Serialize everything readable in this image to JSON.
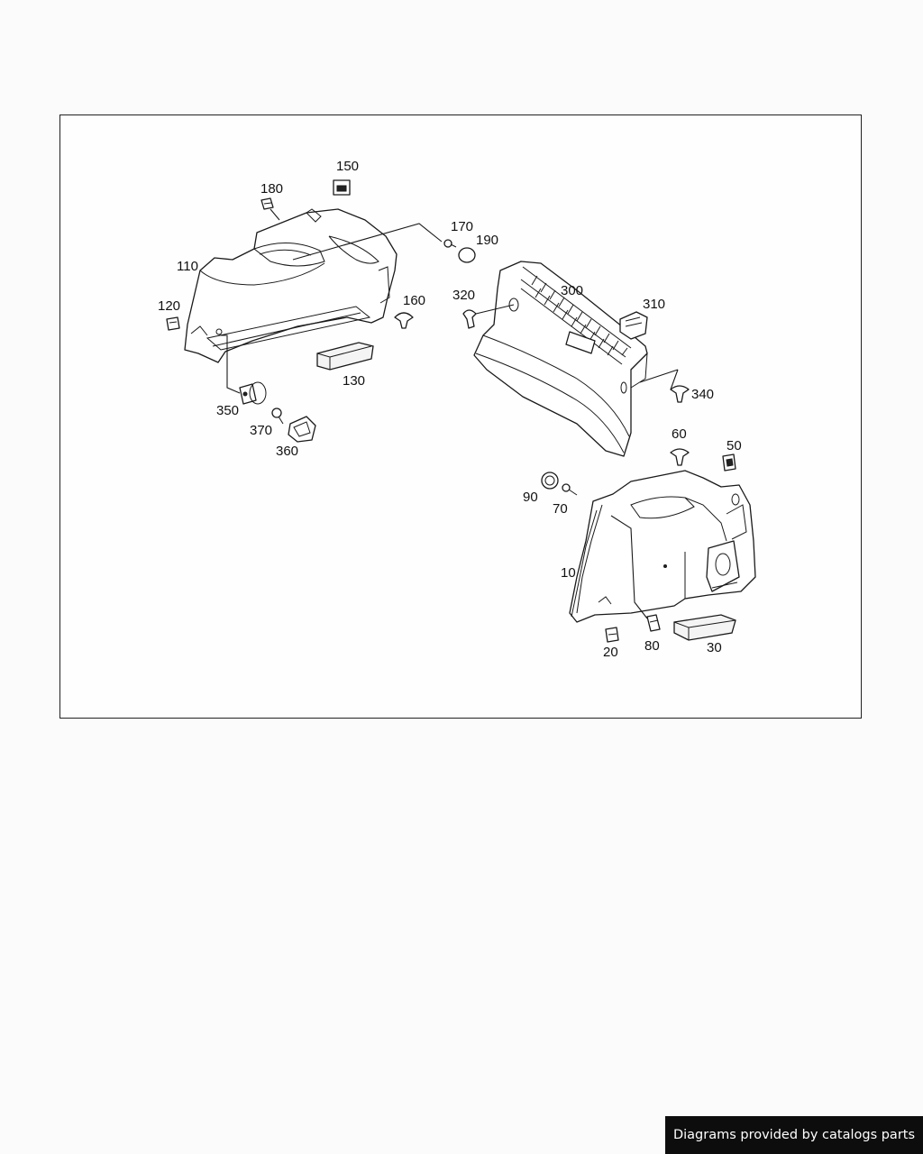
{
  "diagram": {
    "callouts": [
      {
        "id": "150",
        "label": "150"
      },
      {
        "id": "180",
        "label": "180"
      },
      {
        "id": "170",
        "label": "170"
      },
      {
        "id": "190",
        "label": "190"
      },
      {
        "id": "110",
        "label": "110"
      },
      {
        "id": "120",
        "label": "120"
      },
      {
        "id": "160",
        "label": "160"
      },
      {
        "id": "130",
        "label": "130"
      },
      {
        "id": "350",
        "label": "350"
      },
      {
        "id": "370",
        "label": "370"
      },
      {
        "id": "360",
        "label": "360"
      },
      {
        "id": "320",
        "label": "320"
      },
      {
        "id": "300",
        "label": "300"
      },
      {
        "id": "310",
        "label": "310"
      },
      {
        "id": "340",
        "label": "340"
      },
      {
        "id": "60",
        "label": "60"
      },
      {
        "id": "50",
        "label": "50"
      },
      {
        "id": "90",
        "label": "90"
      },
      {
        "id": "70",
        "label": "70"
      },
      {
        "id": "10",
        "label": "10"
      },
      {
        "id": "20",
        "label": "20"
      },
      {
        "id": "80",
        "label": "80"
      },
      {
        "id": "30",
        "label": "30"
      }
    ]
  },
  "footer": {
    "credit": "Diagrams provided by catalogs parts",
    "background": "#0d0d0d",
    "text_color": "#ffffff"
  }
}
